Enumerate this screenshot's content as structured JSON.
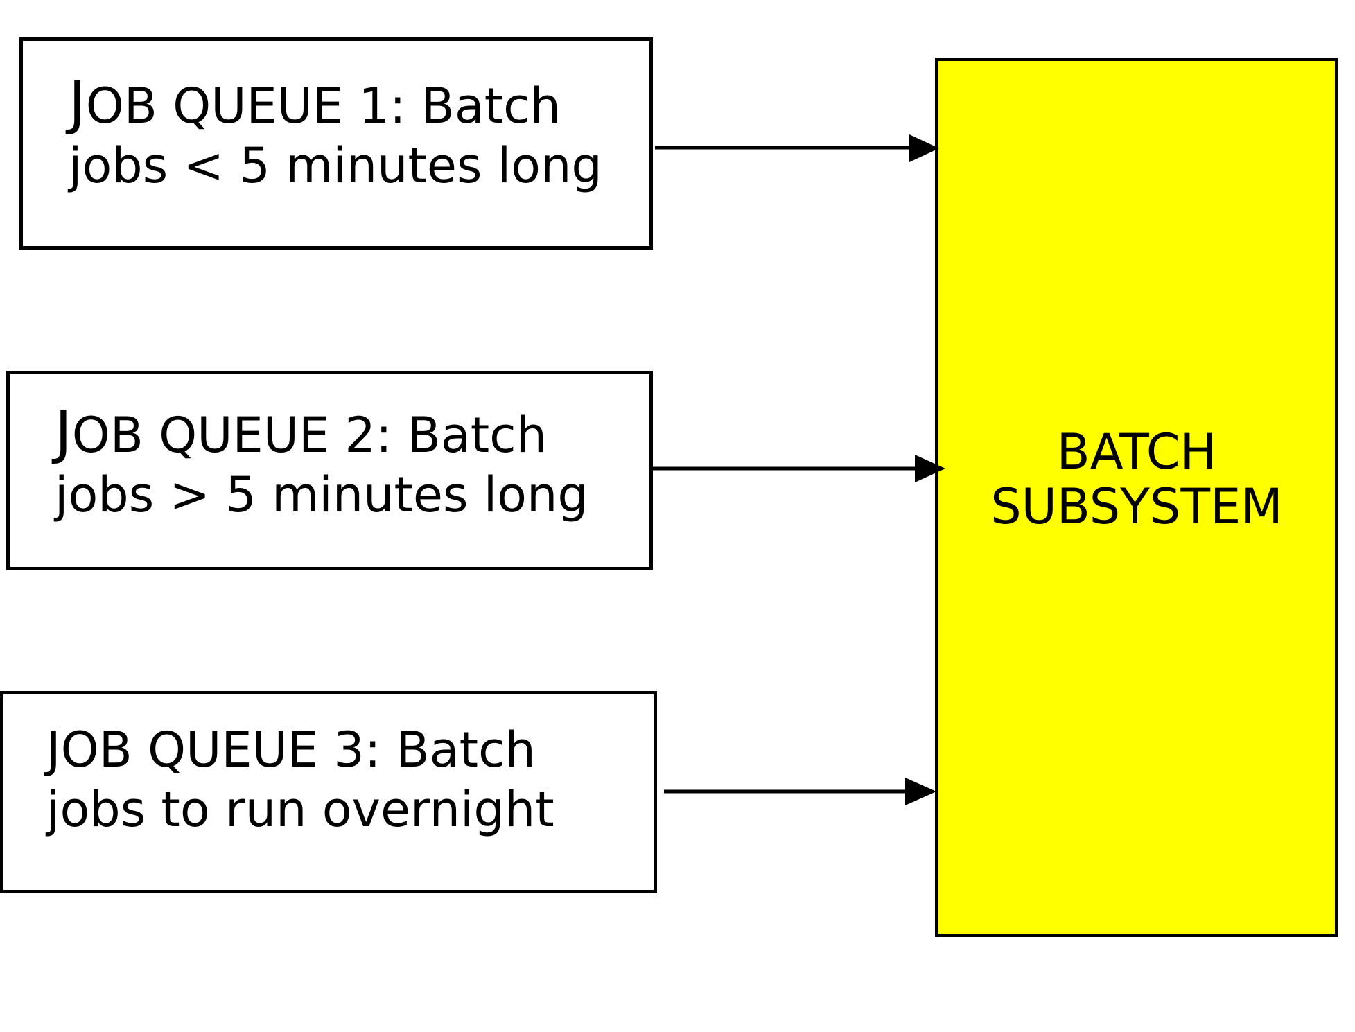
{
  "diagram": {
    "colors": {
      "outline": "#000000",
      "subsystem_fill": "#ffff00",
      "background": "#ffffff"
    },
    "queues": [
      {
        "initial": "J",
        "line1_rest": "OB QUEUE 1: Batch",
        "line2": "jobs < 5 minutes long"
      },
      {
        "initial": "J",
        "line1_rest": "OB QUEUE 2: Batch",
        "line2": "jobs > 5 minutes long"
      },
      {
        "initial": "",
        "line1_rest": "JOB QUEUE 3: Batch",
        "line2": "jobs to run overnight"
      }
    ],
    "subsystem": {
      "line1": "BATCH",
      "line2": "SUBSYSTEM"
    }
  }
}
